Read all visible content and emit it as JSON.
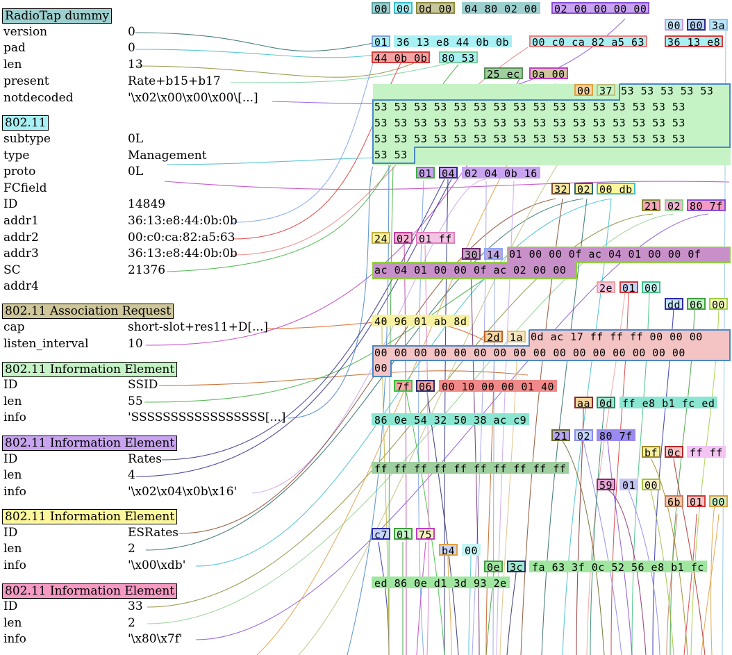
{
  "layers": [
    {
      "title": "RadioTap dummy",
      "color": "#9ecfcf",
      "fields": [
        [
          "version",
          "0"
        ],
        [
          "pad",
          "0"
        ],
        [
          "len",
          "13"
        ],
        [
          "present",
          "Rate+b15+b17"
        ],
        [
          "notdecoded",
          "'\\x02\\x00\\x00\\x00\\[...]"
        ]
      ]
    },
    {
      "title": "802.11",
      "color": "#a8f0f4",
      "fields": [
        [
          "subtype",
          "0L"
        ],
        [
          "type",
          "Management"
        ],
        [
          "proto",
          "0L"
        ],
        [
          "FCfield",
          ""
        ],
        [
          "ID",
          "14849"
        ],
        [
          "addr1",
          "36:13:e8:44:0b:0b"
        ],
        [
          "addr2",
          "00:c0:ca:82:a5:63"
        ],
        [
          "addr3",
          "36:13:e8:44:0b:0b"
        ],
        [
          "SC",
          "21376"
        ],
        [
          "addr4",
          ""
        ]
      ]
    },
    {
      "title": "802.11 Association Request",
      "color": "#cfc79a",
      "fields": [
        [
          "cap",
          "short-slot+res11+D[...]"
        ],
        [
          "listen_interval",
          "10"
        ]
      ]
    },
    {
      "title": "802.11 Information Element",
      "color": "#c6f3c6",
      "fields": [
        [
          "ID",
          "SSID"
        ],
        [
          "len",
          "55"
        ],
        [
          "info",
          "'SSSSSSSSSSSSSSSSS[...]"
        ]
      ]
    },
    {
      "title": "802.11 Information Element",
      "color": "#c8a4f0",
      "fields": [
        [
          "ID",
          "Rates"
        ],
        [
          "len",
          "4"
        ],
        [
          "info",
          "'\\x02\\x04\\x0b\\x16'"
        ]
      ]
    },
    {
      "title": "802.11 Information Element",
      "color": "#fcf69c",
      "fields": [
        [
          "ID",
          "ESRates"
        ],
        [
          "len",
          "2"
        ],
        [
          "info",
          "'\\x00\\xdb'"
        ]
      ]
    },
    {
      "title": "802.11 Information Element",
      "color": "#f59ac3",
      "fields": [
        [
          "ID",
          "33"
        ],
        [
          "len",
          "2"
        ],
        [
          "info",
          "'\\x80\\x7f'"
        ]
      ]
    }
  ],
  "hex_boxes": [
    {
      "t": "00",
      "bg": "#9ecfcf",
      "bd": "#5a9fa0"
    },
    {
      "t": "00",
      "bg": "#a8f0f4",
      "bd": "#3bbccc"
    },
    {
      "t": "0d 00",
      "bg": "#c9c79c",
      "bd": "#8f8c3c"
    },
    {
      "t": "04 80 02 00",
      "bg": "#9ecfcf",
      "bd": "#9ecfcf"
    },
    {
      "t": "02 00 00 00 00",
      "bg": "#c8a4f0",
      "bd": "#8a4fd6"
    },
    {
      "t": "00",
      "bg": "#c6e6fa",
      "bd": "#c79ce0"
    },
    {
      "t": "00",
      "bg": "#b9d3f6",
      "bd": "#2b2b8a"
    },
    {
      "t": "3a",
      "bg": "#b9e3f6",
      "bd": "#8fc6ea"
    },
    {
      "t": "01",
      "bg": "#a8f0f4",
      "bd": "#7aa2e6"
    },
    {
      "t": "36 13 e8 44 0b 0b",
      "bg": "#a8f0f4",
      "bd": "#a8f0f4"
    },
    {
      "t": "00 c0 ca 82 a5 63",
      "bg": "#a8f0f4",
      "bd": "#e88080"
    },
    {
      "t": "36 13 e8",
      "bg": "#a8f0f4",
      "bd": "#d83a3a"
    },
    {
      "t": "44 0b 0b",
      "bg": "#f4a4a4",
      "bd": "#d83a3a"
    },
    {
      "t": "80 53",
      "bg": "#a8f0f4",
      "bd": "#7ad0a0"
    },
    {
      "t": "25 ec",
      "bg": "#9fcf9f",
      "bd": "#5a8f5a"
    },
    {
      "t": "0a 00",
      "bg": "#cfc79a",
      "bd": "#c040c0"
    },
    {
      "t": "00",
      "bg": "#f6d4a0",
      "bd": "#e0a040"
    },
    {
      "t": "37",
      "bg": "#c6f3c6",
      "bd": "#c0c080"
    },
    {
      "t": "24",
      "bg": "#f6f0a0",
      "bd": "#c0b040"
    },
    {
      "t": "02",
      "bg": "#f4b4d4",
      "bd": "#c040a0"
    },
    {
      "t": "01 ff",
      "bg": "#f4c4e4",
      "bd": "#e080c0"
    },
    {
      "t": "01",
      "bg": "#c8a4f0",
      "bd": "#40b040"
    },
    {
      "t": "04",
      "bg": "#c8a4f0",
      "bd": "#2b2b8a"
    },
    {
      "t": "02 04 0b 16",
      "bg": "#c8a4f0",
      "bd": "#c8a4f0"
    },
    {
      "t": "32",
      "bg": "#f6e6a0",
      "bd": "#8a4a2a"
    },
    {
      "t": "02",
      "bg": "#f6f0a0",
      "bd": "#2b6a6a"
    },
    {
      "t": "00 db",
      "bg": "#fcf69c",
      "bd": "#40c0d0"
    },
    {
      "t": "21",
      "bg": "#f4a4b4",
      "bd": "#8a8a3a"
    },
    {
      "t": "02",
      "bg": "#f4b4d4",
      "bd": "#8fd08f"
    },
    {
      "t": "80 7f",
      "bg": "#f59ac3",
      "bd": "#8a4fd6"
    },
    {
      "t": "30",
      "bg": "#c8a4c8",
      "bd": "#6a2a6a"
    },
    {
      "t": "14",
      "bg": "#c0a8e0",
      "bd": "#8fa8f0"
    },
    {
      "t": "2e",
      "bg": "#f4c4e4",
      "bd": "#f0a0a0"
    },
    {
      "t": "01",
      "bg": "#c6d6fa",
      "bd": "#d83a3a"
    },
    {
      "t": "00",
      "bg": "#c6f3f3",
      "bd": "#40c080"
    },
    {
      "t": "dd",
      "bg": "#c6e6fa",
      "bd": "#2b2bb0"
    },
    {
      "t": "06",
      "bg": "#c6f3c6",
      "bd": "#40a040"
    },
    {
      "t": "00",
      "bg": "#f6f6c0",
      "bd": "#a0d040"
    },
    {
      "t": "40 96 01 ab 8d",
      "bg": "#f6f0a0",
      "bd": "#f6f0a0"
    },
    {
      "t": "2d",
      "bg": "#f6d4a0",
      "bd": "#c06020"
    },
    {
      "t": "1a",
      "bg": "#f6e6c0",
      "bd": "#e0c080"
    },
    {
      "t": "7f",
      "bg": "#f4a4a4",
      "bd": "#40c040"
    },
    {
      "t": "06",
      "bg": "#f4a4a4",
      "bd": "#2b2b6a"
    },
    {
      "t": "00 10 00 00 01 40",
      "bg": "#f08a8a",
      "bd": "#f08a8a"
    },
    {
      "t": "aa",
      "bg": "#f6d4a0",
      "bd": "#8a2a2a"
    },
    {
      "t": "0d",
      "bg": "#a0e6d0",
      "bd": "#2a8a6a"
    },
    {
      "t": "ff e8 b1 fc ed",
      "bg": "#8ae6d0",
      "bd": "#8ae6d0"
    },
    {
      "t": "86 0e 54 32 50 38 ac c9",
      "bg": "#8ae6d0",
      "bd": "#8ae6d0"
    },
    {
      "t": "21",
      "bg": "#b4a4f0",
      "bd": "#6a6a2a"
    },
    {
      "t": "02",
      "bg": "#c6d6fa",
      "bd": "#8a8af0"
    },
    {
      "t": "80 7f",
      "bg": "#9a8af0",
      "bd": "#9a8af0"
    },
    {
      "t": "bf",
      "bg": "#f6f0a0",
      "bd": "#a08a2a"
    },
    {
      "t": "0c",
      "bg": "#f4c4c4",
      "bd": "#b02a2a"
    },
    {
      "t": "ff ff",
      "bg": "#f4c4f4",
      "bd": "#f4c4f4"
    },
    {
      "t": "ff ff ff ff ff ff ff ff ff ff",
      "bg": "#9fcf9f",
      "bd": "#9fcf9f"
    },
    {
      "t": "59",
      "bg": "#e4a4d4",
      "bd": "#8a2a6a"
    },
    {
      "t": "01",
      "bg": "#c4c4f4",
      "bd": "#c4c4f4"
    },
    {
      "t": "00",
      "bg": "#f6f0c0",
      "bd": "#a0c040"
    },
    {
      "t": "6b",
      "bg": "#f4c4a4",
      "bd": "#c08060"
    },
    {
      "t": "01",
      "bg": "#f4c4c4",
      "bd": "#d83a3a"
    },
    {
      "t": "00",
      "bg": "#c6f3c6",
      "bd": "#e0a040"
    },
    {
      "t": "c7",
      "bg": "#c6d6fa",
      "bd": "#2b2bb0"
    },
    {
      "t": "01",
      "bg": "#c6f3c6",
      "bd": "#40a040"
    },
    {
      "t": "75",
      "bg": "#f6f0c0",
      "bd": "#c040c0"
    },
    {
      "t": "b4",
      "bg": "#c6d6fa",
      "bd": "#e0a040"
    },
    {
      "t": "00",
      "bg": "#c6f3f3",
      "bd": "#c6f3f3"
    },
    {
      "t": "0e",
      "bg": "#a0e6a0",
      "bd": "#40a040"
    },
    {
      "t": "3c",
      "bg": "#a0e6d0",
      "bd": "#2b2b6a"
    },
    {
      "t": "fa 63 3f 0c 52 56 e8 b1 fc",
      "bg": "#a0e6a0",
      "bd": "#a0e6a0"
    },
    {
      "t": "ed 86 0e d1 3d 93 2e",
      "bg": "#a0e6a0",
      "bd": "#a0e6a0"
    }
  ],
  "block_ssid": {
    "first": "53 53 53 53 53",
    "row": "53 53 53 53 53 53 53 53 53 53 53 53 53 53 53 53",
    "last": "53 53"
  },
  "block_30": {
    "first": "01 00 00 0f ac 04 01 00 00 0f",
    "last": "ac 04 01 00 00 0f ac 02 00 00"
  },
  "block_2d": {
    "first": "0d ac 17 ff ff ff 00 00 00",
    "row": "00 00 00 00 00 00 00 00 00 00 00 00 00 00 00 00",
    "last": "00"
  }
}
